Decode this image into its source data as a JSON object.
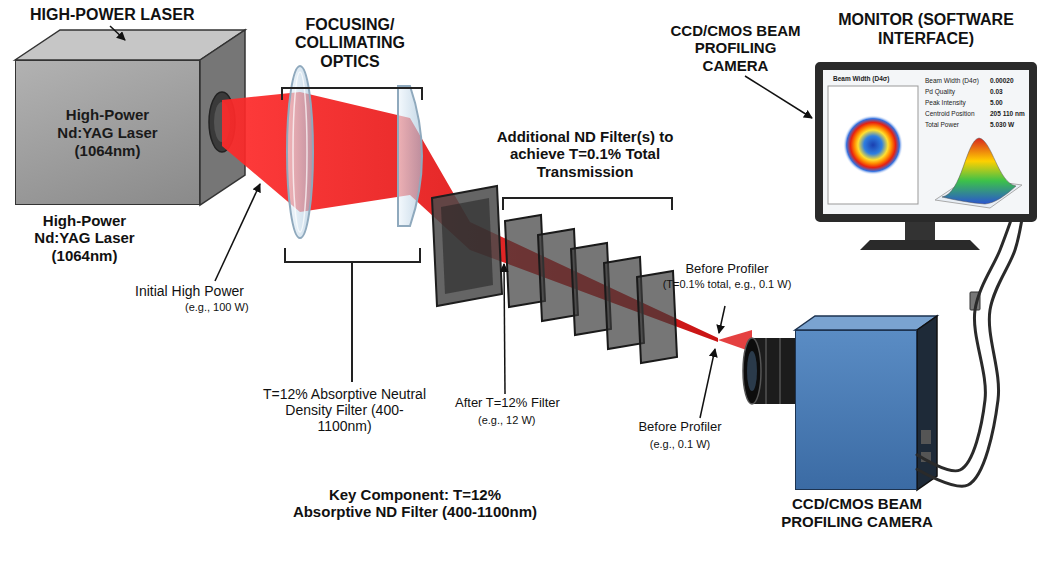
{
  "diagram": {
    "nodes": [
      {
        "text": [
          "High-Power Nd:YAG Laser (1064nm)"
        ]
      },
      {
        "text": [
          "MONITOR (SOFTWARE INTERFACE)"
        ]
      },
      {
        "text": [
          "CCD/CMOS BEAM PROFILING CAMERA"
        ]
      }
    ],
    "edges": [
      {
        "from": 2,
        "to": 1,
        "arrow": "none"
      },
      {
        "from": 2,
        "to": 1,
        "arrow": "none"
      }
    ],
    "labels": [
      "HIGH-POWER LASER",
      "High-Power Nd:YAG Laser (1064nm)",
      "Initial High Power",
      "(e.g., 100 W)",
      "FOCUSING/ COLLIMATING OPTICS",
      "T=12% Absorptive Neutral Density Filter (400-1100nm)",
      "Additional ND Filter(s) to achieve T=0.1% Total Transmission",
      "After T=12% Filter",
      "(e.g., 12 W)",
      "Before Profiler",
      "(T=0.1% total, e.g., 0.1 W)",
      "Before Profiler",
      "(e.g., 0.1 W)",
      "CCD/CMOS BEAM PROFILING CAMERA",
      "Key Component: T=12% Absorptive ND Filter (400-1100nm)",
      "Beam Width (D4σ)",
      "Beam Width (D4σ)",
      "0.00020",
      "Pd Quality",
      "0.03",
      "Peak Intensity",
      "5.00",
      "Centroid Position",
      "205 110 nm",
      "Total Power",
      "5.030 W"
    ]
  }
}
